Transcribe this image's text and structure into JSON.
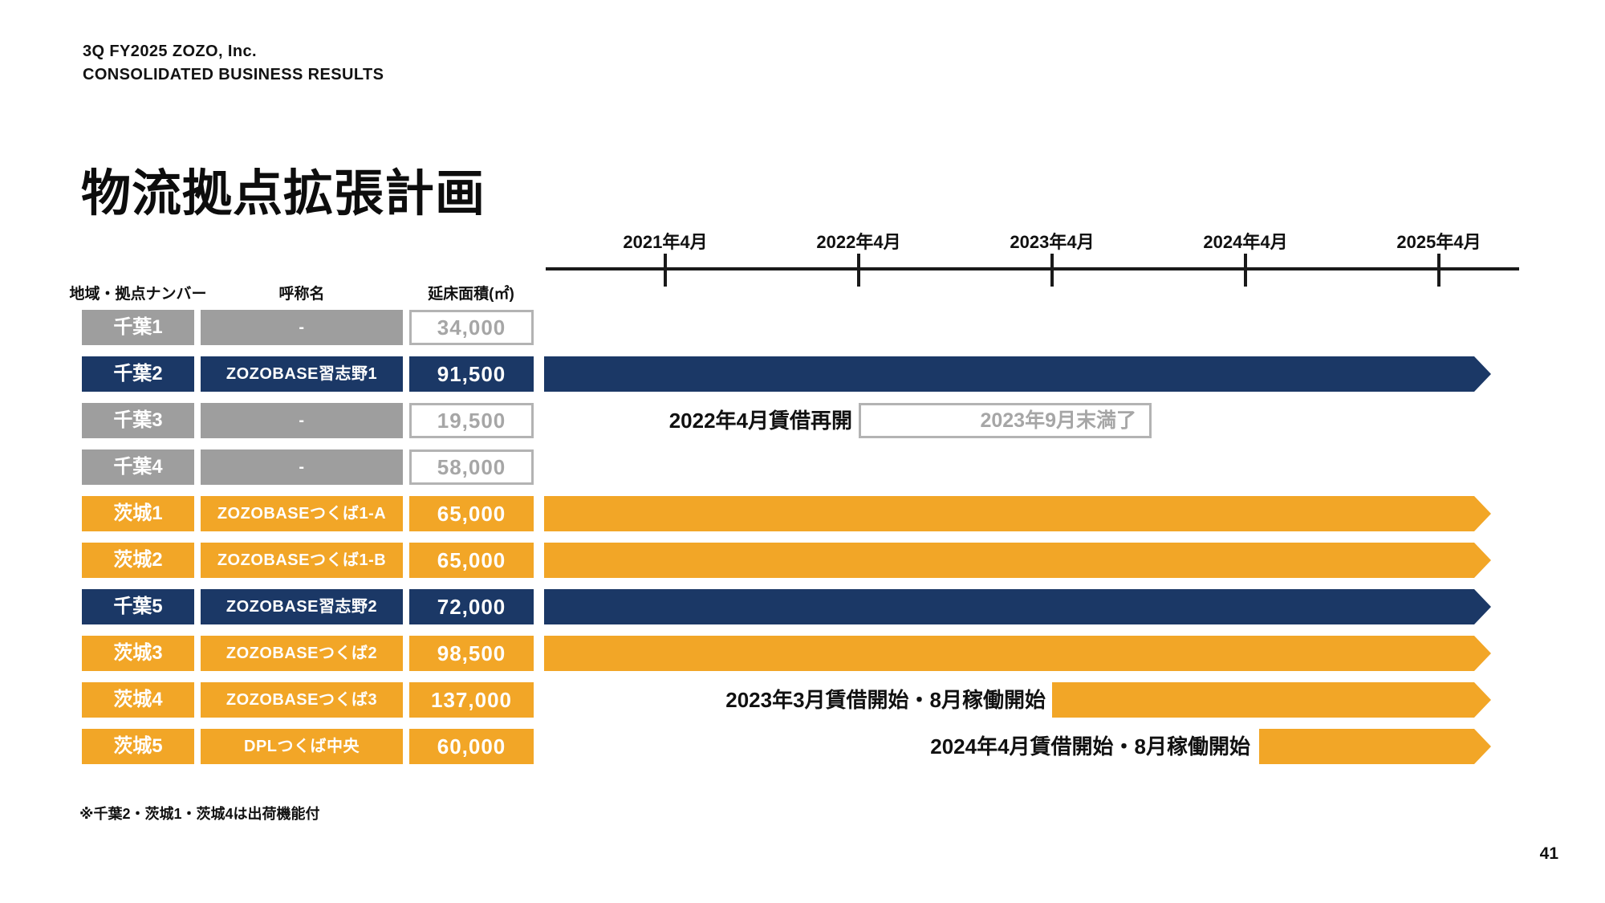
{
  "slide": {
    "header_line1": "3Q FY2025 ZOZO, Inc.",
    "header_line2": "CONSOLIDATED BUSINESS RESULTS",
    "title": "物流拠点拡張計画",
    "footnote": "※千葉2・茨城1・茨城4は出荷機能付",
    "page_number": "41"
  },
  "timeline": {
    "axis_labels": [
      "2021年4月",
      "2022年4月",
      "2023年4月",
      "2024年4月",
      "2025年4月"
    ]
  },
  "table": {
    "col_region": "地域・拠点ナンバー",
    "col_name": "呼称名",
    "col_area": "延床面積(㎡)"
  },
  "rows": [
    {
      "region": "千葉1",
      "name": "-",
      "area": "34,000",
      "status": "inactive"
    },
    {
      "region": "千葉2",
      "name": "ZOZOBASE習志野1",
      "area": "91,500",
      "status": "active-navy"
    },
    {
      "region": "千葉3",
      "name": "-",
      "area": "19,500",
      "status": "inactive",
      "annotation": "2022年4月賃借再開",
      "annotation_box": "2023年9月末満了"
    },
    {
      "region": "千葉4",
      "name": "-",
      "area": "58,000",
      "status": "inactive"
    },
    {
      "region": "茨城1",
      "name": "ZOZOBASEつくば1-A",
      "area": "65,000",
      "status": "active-orange"
    },
    {
      "region": "茨城2",
      "name": "ZOZOBASEつくば1-B",
      "area": "65,000",
      "status": "active-orange"
    },
    {
      "region": "千葉5",
      "name": "ZOZOBASE習志野2",
      "area": "72,000",
      "status": "active-navy"
    },
    {
      "region": "茨城3",
      "name": "ZOZOBASEつくば2",
      "area": "98,500",
      "status": "active-orange"
    },
    {
      "region": "茨城4",
      "name": "ZOZOBASEつくば3",
      "area": "137,000",
      "status": "active-orange",
      "annotation": "2023年3月賃借開始・8月稼働開始"
    },
    {
      "region": "茨城5",
      "name": "DPLつくば中央",
      "area": "60,000",
      "status": "active-orange",
      "annotation": "2024年4月賃借開始・8月稼働開始"
    }
  ],
  "colors": {
    "navy": "#1b3866",
    "orange": "#f2a627",
    "gray": "#9e9e9e",
    "axis_black": "#1a1a1a"
  },
  "chart_data": {
    "type": "gantt",
    "title": "物流拠点拡張計画",
    "x_axis": {
      "labels": [
        "2021年4月",
        "2022年4月",
        "2023年4月",
        "2024年4月",
        "2025年4月"
      ],
      "grid": false
    },
    "rows": [
      {
        "label": "千葉1",
        "name": "-",
        "floor_area_m2": 34000,
        "bar": null
      },
      {
        "label": "千葉2",
        "name": "ZOZOBASE習志野1",
        "floor_area_m2": 91500,
        "bar": {
          "start": "before 2021年4月",
          "end": "ongoing (arrow beyond 2025年4月)",
          "color": "navy"
        }
      },
      {
        "label": "千葉3",
        "name": "-",
        "floor_area_m2": 19500,
        "bar": null,
        "lease_period_box": {
          "start": "2022年4月",
          "end": "2023年9月末",
          "note_left": "2022年4月賃借再開",
          "note_in_box": "2023年9月末満了"
        }
      },
      {
        "label": "千葉4",
        "name": "-",
        "floor_area_m2": 58000,
        "bar": null
      },
      {
        "label": "茨城1",
        "name": "ZOZOBASEつくば1-A",
        "floor_area_m2": 65000,
        "bar": {
          "start": "before 2021年4月",
          "end": "ongoing",
          "color": "orange"
        }
      },
      {
        "label": "茨城2",
        "name": "ZOZOBASEつくば1-B",
        "floor_area_m2": 65000,
        "bar": {
          "start": "before 2021年4月",
          "end": "ongoing",
          "color": "orange"
        }
      },
      {
        "label": "千葉5",
        "name": "ZOZOBASE習志野2",
        "floor_area_m2": 72000,
        "bar": {
          "start": "before 2021年4月",
          "end": "ongoing",
          "color": "navy"
        }
      },
      {
        "label": "茨城3",
        "name": "ZOZOBASEつくば2",
        "floor_area_m2": 98500,
        "bar": {
          "start": "before 2021年4月",
          "end": "ongoing",
          "color": "orange"
        }
      },
      {
        "label": "茨城4",
        "name": "ZOZOBASEつくば3",
        "floor_area_m2": 137000,
        "bar": {
          "start": "2023年4月",
          "end": "ongoing",
          "color": "orange",
          "note": "2023年3月賃借開始・8月稼働開始"
        }
      },
      {
        "label": "茨城5",
        "name": "DPLつくば中央",
        "floor_area_m2": 60000,
        "bar": {
          "start": "2024年4月",
          "end": "ongoing",
          "color": "orange",
          "note": "2024年4月賃借開始・8月稼働開始"
        }
      }
    ],
    "footnote": "※千葉2・茨城1・茨城4は出荷機能付"
  }
}
